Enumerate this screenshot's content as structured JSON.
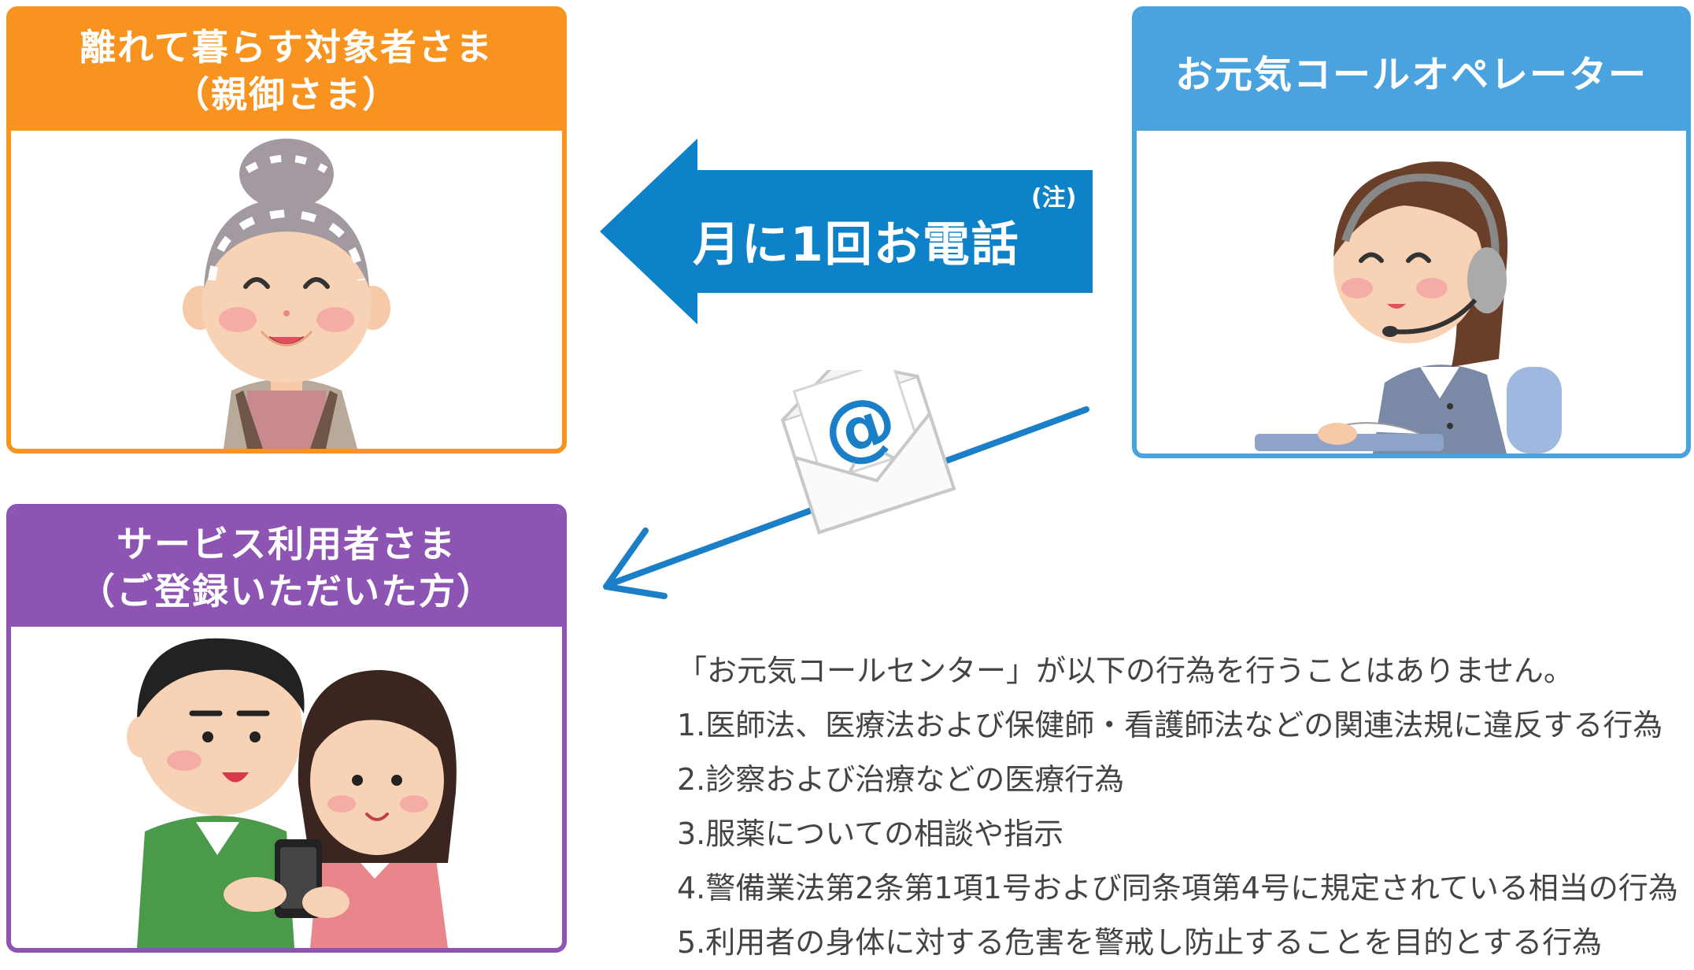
{
  "parent_box": {
    "title_line1": "離れて暮らす対象者さま",
    "title_line2": "（親御さま）",
    "color": "#f7931e"
  },
  "operator_box": {
    "title": "お元気コールオペレーター",
    "color": "#4aa3df"
  },
  "user_box": {
    "title_line1": "サービス利用者さま",
    "title_line2": "（ご登録いただいた方）",
    "color": "#8e54b4"
  },
  "call_arrow": {
    "label": "月に1回お電話",
    "note": "(注)",
    "color": "#0e82c8"
  },
  "mail": {
    "symbol": "@",
    "icon": "envelope-icon",
    "arrow_color": "#1a7fc7"
  },
  "notes": {
    "heading": "「お元気コールセンター」が以下の行為を行うことはありません。",
    "items": [
      "1.医師法、医療法および保健師・看護師法などの関連法規に違反する行為",
      "2.診察および治療などの医療行為",
      "3.服薬についての相談や指示",
      "4.警備業法第2条第1項1号および同条項第4号に規定されている相当の行為",
      "5.利用者の身体に対する危害を警戒し防止することを目的とする行為"
    ]
  }
}
